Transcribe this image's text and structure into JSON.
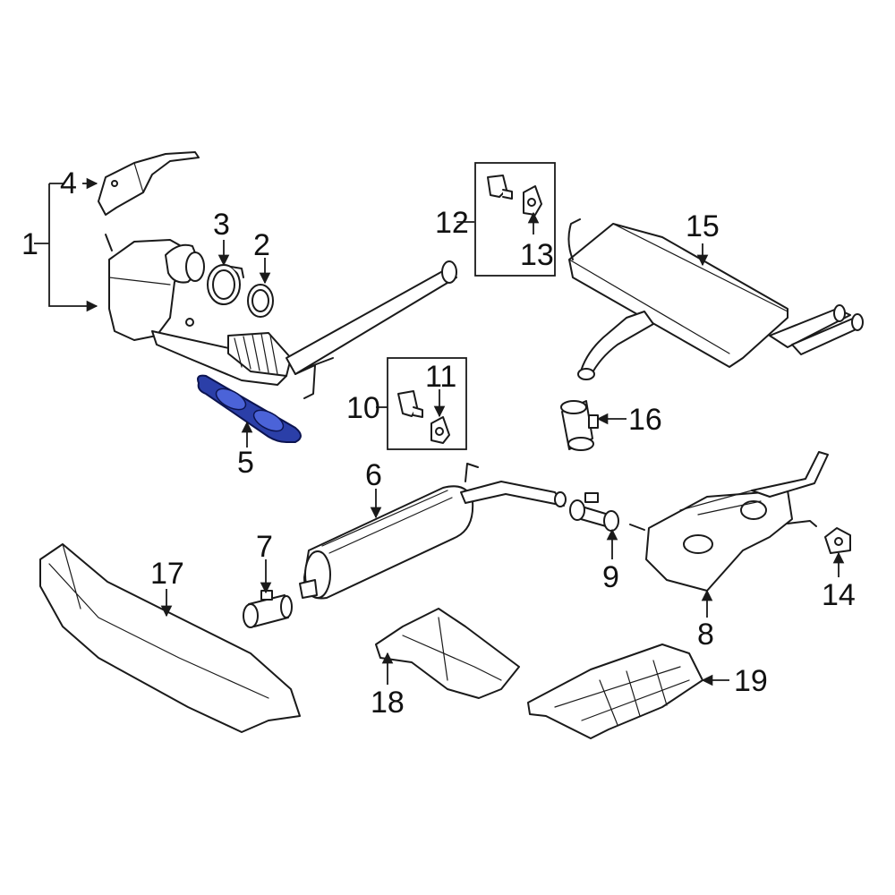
{
  "diagram": {
    "highlight_color": "#2b3fa8",
    "line_color": "#1a1a1a",
    "callouts": {
      "c1": "1",
      "c2": "2",
      "c3": "3",
      "c4": "4",
      "c5": "5",
      "c6": "6",
      "c7": "7",
      "c8": "8",
      "c9": "9",
      "c10": "10",
      "c11": "11",
      "c12": "12",
      "c13": "13",
      "c14": "14",
      "c15": "15",
      "c16": "16",
      "c17": "17",
      "c18": "18",
      "c19": "19"
    },
    "highlighted_part": "5"
  }
}
